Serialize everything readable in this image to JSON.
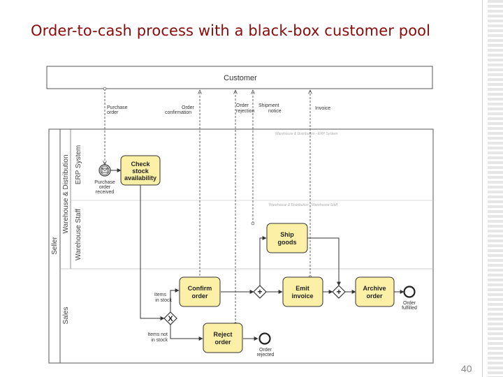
{
  "slide": {
    "title": "Order-to-cash process with a black-box customer pool",
    "page_number": "40"
  },
  "customer_pool": {
    "label": "Customer"
  },
  "seller_pool": {
    "label": "Seller",
    "lanes": {
      "warehouse_distribution": "Warehouse & Distribution",
      "erp_system": "ERP System",
      "warehouse_staff": "Warehouse Staff",
      "sales": "Sales"
    },
    "faint_lane_labels": {
      "erp": "Warehouse & Distribution - ERP System",
      "staff": "Warehouse & Distribution - Warehouse Staff"
    }
  },
  "messages": {
    "purchase_order": [
      "Purchase",
      "order"
    ],
    "order_confirmation": [
      "Order",
      "confirmation"
    ],
    "order_rejection": [
      "Order",
      "rejection"
    ],
    "shipment_notice": [
      "Shipment",
      "notice"
    ],
    "invoice": [
      "Invoice"
    ]
  },
  "tasks": {
    "check_stock": [
      "Check",
      "stock",
      "availability"
    ],
    "ship_goods": [
      "Ship",
      "goods"
    ],
    "confirm_order": [
      "Confirm",
      "order"
    ],
    "emit_invoice": [
      "Emit",
      "invoice"
    ],
    "archive_order": [
      "Archive",
      "order"
    ],
    "reject_order": [
      "Reject",
      "order"
    ]
  },
  "events": {
    "purchase_order_received": [
      "Purchase",
      "order",
      "received"
    ],
    "order_fulfilled": [
      "Order",
      "fulfilled"
    ],
    "order_rejected": [
      "Order",
      "rejected"
    ]
  },
  "gateway_labels": {
    "items_in_stock": [
      "Items",
      "in stock"
    ],
    "items_not_in_stock": [
      "Items not",
      "in stock"
    ]
  },
  "gateway_symbols": {
    "xor": "X",
    "and": "+"
  },
  "colors": {
    "task_fill": "#fbf0a6",
    "line": "#333333",
    "title": "#8b0a0a"
  }
}
